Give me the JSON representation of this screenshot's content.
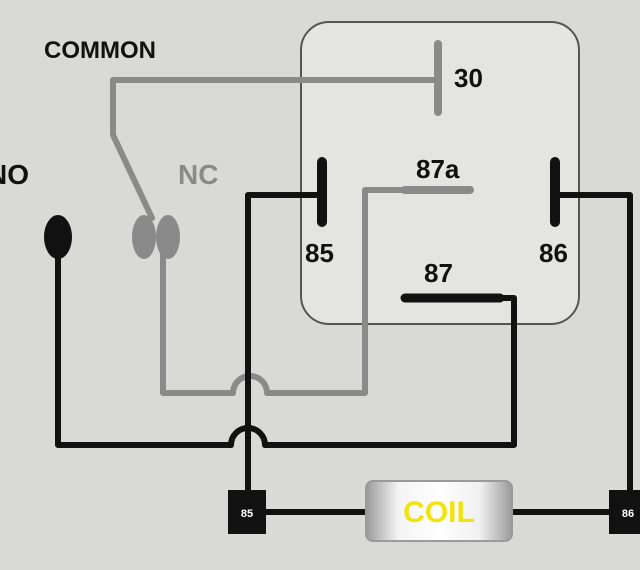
{
  "labels": {
    "common": "COMMON",
    "no": "NO",
    "nc": "NC",
    "pin_30": "30",
    "pin_87a": "87a",
    "pin_85": "85",
    "pin_86": "86",
    "pin_87": "87",
    "terminal_85": "85",
    "terminal_86": "86",
    "coil": "COIL"
  },
  "colors": {
    "background": "#d9d9d8",
    "wire_active": "#111111",
    "wire_inactive": "#8a8a8a",
    "relay_box_fill": "#e4e4e3",
    "relay_box_stroke": "#555555",
    "coil_text": "#f2e30f"
  }
}
